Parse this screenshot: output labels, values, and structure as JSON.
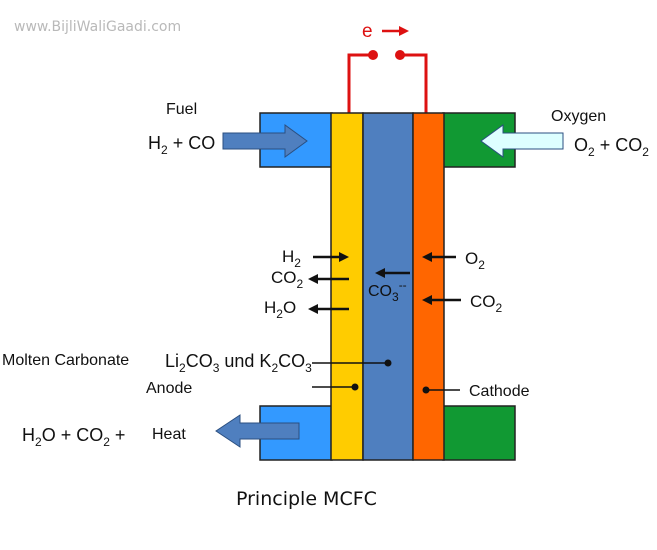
{
  "watermark": "www.BijliWaliGaadi.com",
  "caption": "Principle MCFC",
  "circuit": {
    "electron": "e"
  },
  "fuel": {
    "label": "Fuel",
    "formula": [
      "H",
      "2",
      " + CO"
    ]
  },
  "oxygen": {
    "label": "Oxygen",
    "formula": [
      "O",
      "2",
      " + CO",
      "2"
    ]
  },
  "anode_side": {
    "h2": [
      "H",
      "2"
    ],
    "co2": [
      "CO",
      "2"
    ],
    "h2o": [
      "H",
      "2",
      "O"
    ]
  },
  "electrolyte": {
    "ion": [
      "CO",
      "3",
      "--"
    ]
  },
  "cathode_side": {
    "o2": [
      "O",
      "2"
    ],
    "co2": [
      "CO",
      "2"
    ]
  },
  "labels": {
    "molten_carbonate": "Molten Carbonate",
    "electrolyte_formula": [
      "Li",
      "2",
      "CO",
      "3",
      " und K",
      "2",
      "CO",
      "3"
    ],
    "anode": "Anode",
    "cathode": "Cathode"
  },
  "exhaust": {
    "formula": [
      "H",
      "2",
      "O + CO",
      "2",
      " +"
    ],
    "heat": "Heat"
  },
  "colors": {
    "fuel_block": "#3399ff",
    "anode": "#ffcc00",
    "electrolyte": "#4f7fbf",
    "cathode": "#ff6600",
    "oxygen_block": "#119933",
    "circuit": "#dd1111",
    "fuel_arrow": "#4f7fbf",
    "oxygen_arrow": "#ddffff"
  }
}
